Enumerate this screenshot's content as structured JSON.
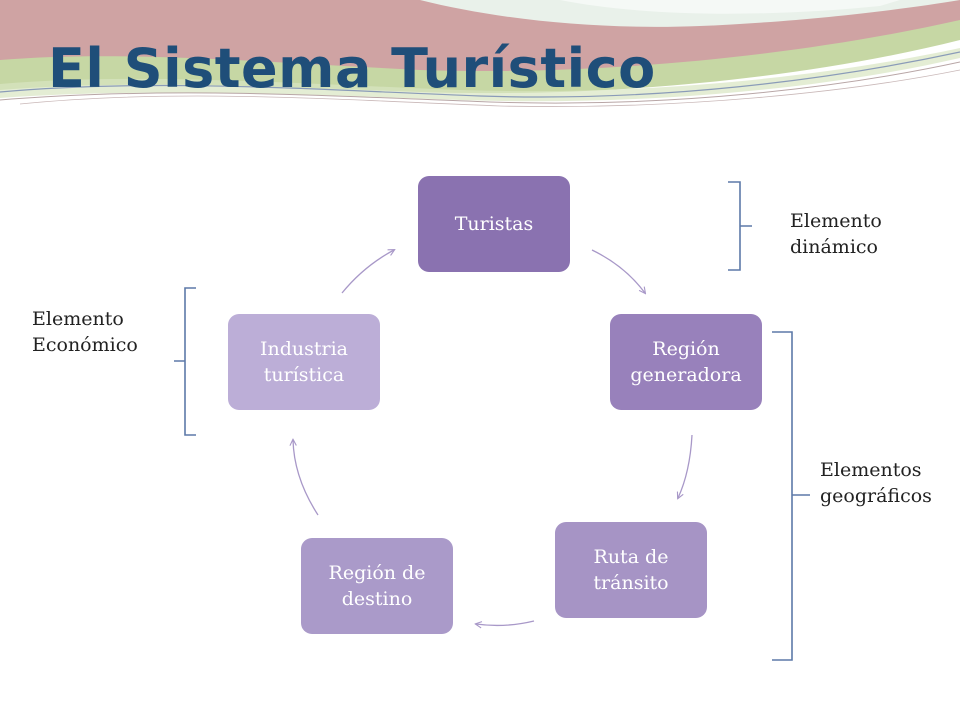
{
  "slide": {
    "title": "El Sistema Turístico"
  },
  "nodes": [
    {
      "id": "turistas",
      "text": "Turistas",
      "color": "#8a72b0"
    },
    {
      "id": "region-generadora",
      "text": "Región\ngeneradora",
      "color": "#9881bb"
    },
    {
      "id": "ruta-transito",
      "text": "Ruta de\ntránsito",
      "color": "#a694c5"
    },
    {
      "id": "region-destino",
      "text": "Región de\ndestino",
      "color": "#aa9ac9"
    },
    {
      "id": "industria-turistica",
      "text": "Industria\nturística",
      "color": "#bcaed7"
    }
  ],
  "groups": {
    "dinamico": "Elemento\ndinámico",
    "economico": "Elemento\nEconómico",
    "geograficos": "Elementos\ngeográficos"
  },
  "colors": {
    "title": "#1f4e79",
    "bracket": "#5d79a8",
    "arrow": "#a898c8"
  }
}
